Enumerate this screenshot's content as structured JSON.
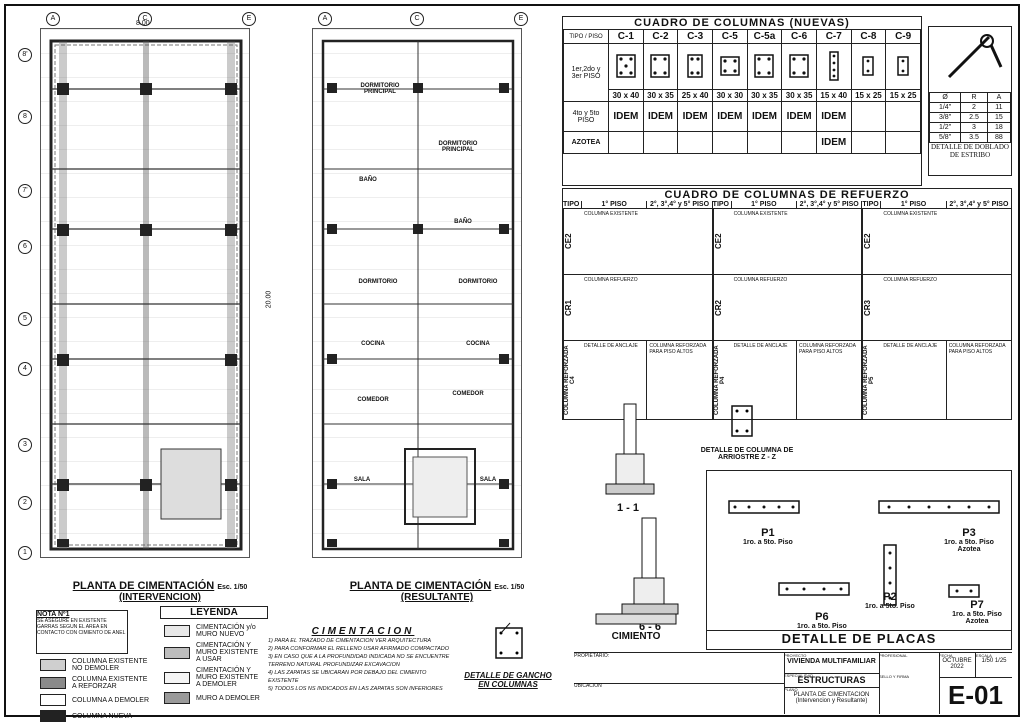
{
  "plans": {
    "left_title": "PLANTA DE CIMENTACIÓN",
    "left_scale": "Esc. 1/50",
    "left_sub": "(INTERVENCION)",
    "right_title": "PLANTA DE CIMENTACIÓN",
    "right_scale": "Esc. 1/50",
    "right_sub": "(RESULTANTE)",
    "axes_letters": [
      "A",
      "C",
      "E"
    ],
    "axes_numbers": [
      "8'",
      "8",
      "7'",
      "6",
      "5",
      "4",
      "3",
      "2",
      "1"
    ],
    "rooms": [
      "DORMITORIO PRINCIPAL",
      "DORMITORIO PRINCIPAL",
      "BAÑO",
      "BAÑO",
      "DORMITORIO",
      "DORMITORIO",
      "COCINA",
      "COCINA",
      "COMEDOR",
      "COMEDOR",
      "SALA",
      "SALA"
    ],
    "dim_top": "8.00",
    "dim_side": "20.00"
  },
  "columns_new": {
    "title": "CUADRO  DE  COLUMNAS (NUEVAS)",
    "tipo": "TIPO",
    "piso": "PISO",
    "headers": [
      "C-1",
      "C-2",
      "C-3",
      "C-5",
      "C-5a",
      "C-6",
      "C-7",
      "C-8",
      "C-9"
    ],
    "floors1": "1er,2do y 3er PISO",
    "dims": [
      "30 x 40",
      "30 x 35",
      "25 x 40",
      "30 x 30",
      "30 x 35",
      "30 x 35",
      "15 x 40",
      "15 x 25",
      "15 x 25"
    ],
    "floors2": "4to y 5to PISO",
    "idem": "IDEM",
    "azotea": "AZOTEA"
  },
  "stirrup": {
    "title": "DETALLE DE DOBLADO DE ESTRIBO",
    "cols": [
      "Ø",
      "R",
      "A"
    ],
    "rows": [
      [
        "1/4\"",
        "2",
        "11"
      ],
      [
        "3/8\"",
        "2.5",
        "15"
      ],
      [
        "1/2\"",
        "3",
        "18"
      ],
      [
        "5/8\"",
        "3.5",
        "88"
      ]
    ]
  },
  "columns_ref": {
    "title": "CUADRO  DE  COLUMNAS DE REFUERZO",
    "head_tipo": "TIPO",
    "head_1": "1° PISO",
    "head_2": "2°, 3°,4° y 5° PISO",
    "types": [
      "CE2",
      "CR1",
      "COLUMNA REFORZADA C4",
      "CE2",
      "CR2",
      "COLUMNA REFORZADA P4",
      "CE2",
      "CR3",
      "COLUMNA REFORZADA P5"
    ],
    "existente": "COLUMNA EXISTENTE",
    "refuerzo": "COLUMNA REFUERZO",
    "anclaje": "DETALLE DE ANCLAJE",
    "reforzada": "COLUMNA REFORZADA PARA PISO ALTOS"
  },
  "sections": {
    "s11": "1 - 1",
    "szz": "DETALLE DE COLUMNA DE ARRIOSTRE Z - Z",
    "s66": "6 - 6",
    "cimiento": "CIMIENTO"
  },
  "plates": {
    "title": "DETALLE DE PLACAS",
    "items": [
      {
        "name": "P1",
        "sub": "1ro. a 5to. Piso"
      },
      {
        "name": "P3",
        "sub": "1ro. a 5to. Piso Azotea"
      },
      {
        "name": "P2",
        "sub": "1ro. a 5to. Piso"
      },
      {
        "name": "P6",
        "sub": "1ro. a 5to. Piso"
      },
      {
        "name": "P7",
        "sub": "1ro. a 5to. Piso Azotea"
      }
    ]
  },
  "note": {
    "title": "NOTA Nº1",
    "text": "SE ASEGURE EN EXISTENTE GARRAS SEGUN EL AREA EN CONTACTO CON CIMIENTO DE ANEL"
  },
  "legend": {
    "title": "LEYENDA",
    "items": [
      {
        "label": "COLUMNA EXISTENTE NO DEMOLER",
        "sw": "#cfcfcf"
      },
      {
        "label": "COLUMNA EXISTENTE A REFORZAR",
        "sw": "#8a8a8a"
      },
      {
        "label": "COLUMNA A DEMOLER",
        "sw": "#ffffff"
      },
      {
        "label": "COLUMNA NUEVA",
        "sw": "#222222"
      }
    ],
    "items2": [
      {
        "label": "CIMENTACIÓN y/o MURO NUEVO",
        "sw": "#e8e8e8"
      },
      {
        "label": "CIMENTACIÓN Y MURO EXISTENTE A USAR",
        "sw": "#bdbdbd"
      },
      {
        "label": "CIMENTACIÓN Y MURO EXISTENTE A DEMOLER",
        "sw": "#f5f5f5"
      },
      {
        "label": "MURO A DEMOLER",
        "sw": "#9a9a9a"
      }
    ]
  },
  "cimentacion": {
    "title": "CIMENTACION",
    "lines": [
      "1) PARA EL TRAZADO DE CIMENTACION VER ARQUITECTURA",
      "2) PARA CONFORMAR EL RELLENO USAR AFIRMADO COMPACTADO",
      "3) EN CASO QUE A LA PROFUNDIDAD INDICADA NO SE ENCUENTRE TERRENO NATURAL PROFUNDIZAR EXCAVACION",
      "4) LAS ZAPATAS SE UBICARAN POR DEBAJO DEL CIMIENTO EXISTENTE",
      "5) TODOS LOS NS INDICADOS EN LAS ZAPATAS SON INFERIORES"
    ]
  },
  "hook": {
    "title": "DETALLE DE GANCHO EN COLUMNAS"
  },
  "titleblock": {
    "propietario_lbl": "PROPIETARIO:",
    "proyecto_lbl": "PROYECTO",
    "proyecto": "VIVIENDA MULTIFAMILIAR",
    "especialidad_lbl": "ESPECIALIDAD",
    "especialidad": "ESTRUCTURAS",
    "plano_lbl": "PLANO",
    "plano": "PLANTA DE CIMENTACION (Intervencion y Resultante)",
    "ubicacion_lbl": "UBICACION",
    "profesional_lbl": "PROFESIONAL",
    "sello_lbl": "SELLO Y FIRMA",
    "fecha_lbl": "FECHA",
    "fecha": "OCTUBRE 2022",
    "escala_lbl": "ESCALA",
    "escala": "1/50 1/25",
    "sheet": "E-01"
  }
}
